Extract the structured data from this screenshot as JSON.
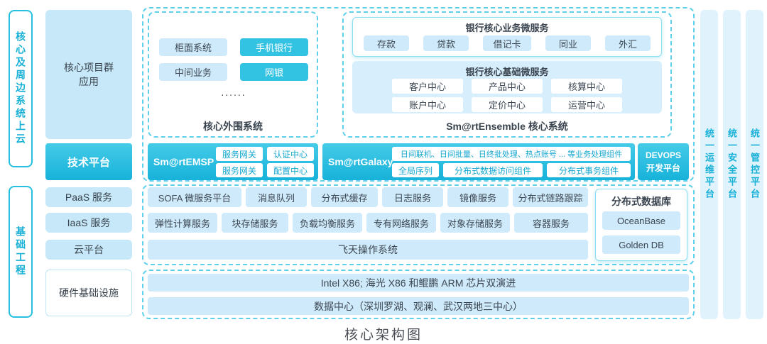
{
  "title": "核心架构图",
  "left_rail": {
    "top": "核心及周边系统上云",
    "bottom": "基础工程"
  },
  "rows": {
    "core_apps": "核心项目群应用",
    "tech_platform": "技术平台",
    "paas": "PaaS 服务",
    "iaas": "IaaS 服务",
    "cloud": "云平台",
    "hardware": "硬件基础设施"
  },
  "peripheral": {
    "caption": "核心外围系统",
    "items": [
      "柜面系统",
      "手机银行",
      "中间业务",
      "网银",
      "......"
    ]
  },
  "ensemble": {
    "caption": "Sm@rtEnsemble 核心系统",
    "business": {
      "title": "银行核心业务微服务",
      "items": [
        "存款",
        "贷款",
        "借记卡",
        "同业",
        "外汇"
      ]
    },
    "base": {
      "title": "银行核心基础微服务",
      "row1": [
        "客户中心",
        "产品中心",
        "核算中心"
      ],
      "row2": [
        "账户中心",
        "定价中心",
        "运营中心"
      ]
    }
  },
  "emsp": {
    "label": "Sm@rtEMSP",
    "row1": [
      "服务网关",
      "认证中心"
    ],
    "row2": [
      "服务网关",
      "配置中心"
    ]
  },
  "galaxy": {
    "label": "Sm@rtGalaxy",
    "top": "日间联机、日间批量、日终批处理、热点账号 ... 等业务处理组件",
    "bottom": [
      "全局序列",
      "分布式数据访问组件",
      "分布式事务组件"
    ]
  },
  "devops": {
    "line1": "DEVOPS",
    "line2": "开发平台"
  },
  "paas_items": [
    "SOFA 微服务平台",
    "消息队列",
    "分布式缓存",
    "日志服务",
    "镜像服务",
    "分布式链路跟踪"
  ],
  "iaas_items": [
    "弹性计算服务",
    "块存储服务",
    "负载均衡服务",
    "专有网络服务",
    "对象存储服务",
    "容器服务"
  ],
  "cloud_os": "飞天操作系统",
  "database": {
    "title": "分布式数据库",
    "items": [
      "OceanBase",
      "Golden DB"
    ]
  },
  "hardware_rows": [
    "Intel X86; 海光 X86 和鲲鹏 ARM 芯片双演进",
    "数据中心（深圳罗湖、观澜、武汉两地三中心）"
  ],
  "right_rail": [
    "统一运维平台",
    "统一安全平台",
    "统一管控平台"
  ],
  "colors": {
    "cyan": "#1bb9dd",
    "light_blue": "#cfeafa",
    "dark_text": "#3c4753"
  }
}
